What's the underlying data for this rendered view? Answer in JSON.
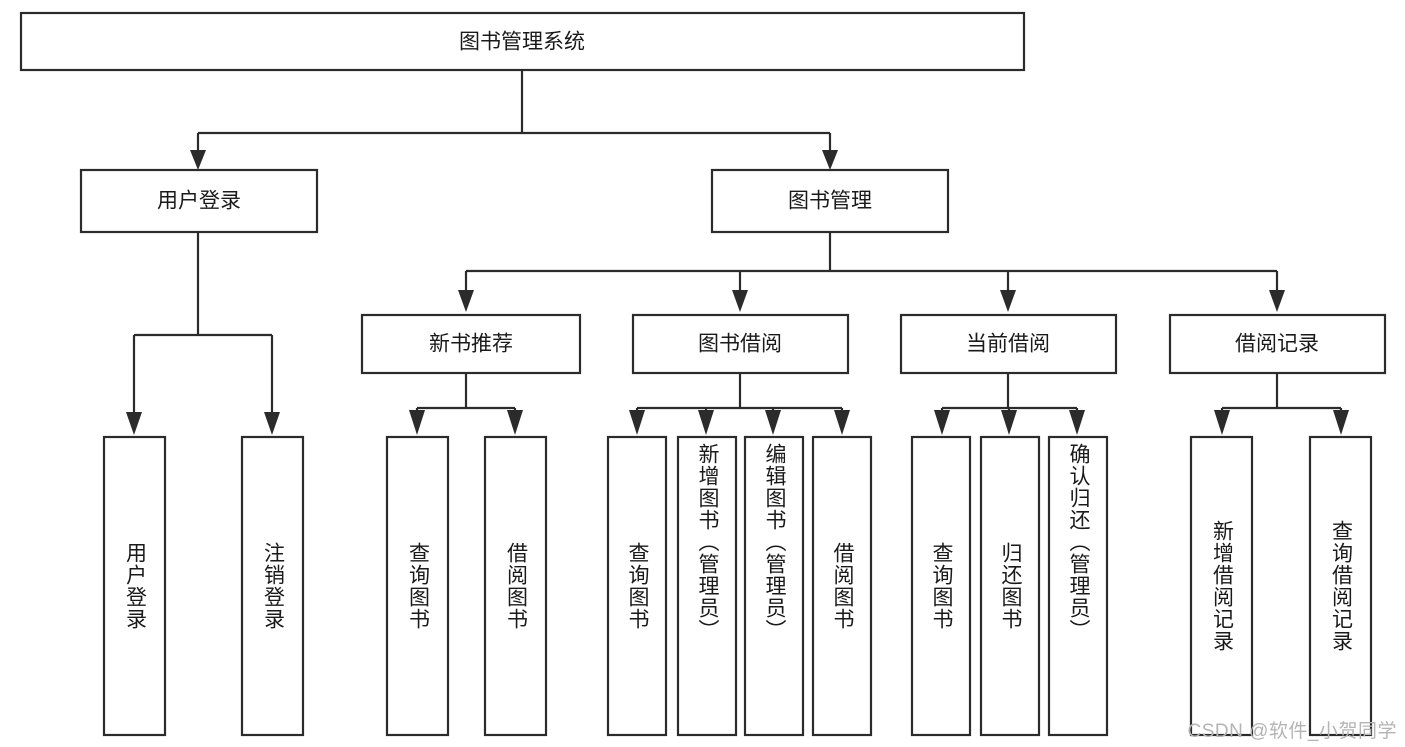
{
  "diagram": {
    "title": "图书管理系统",
    "type": "tree-hierarchy-diagram",
    "colors": {
      "stroke": "#2b2b2b",
      "fill": "#ffffff",
      "text": "#1a1a1a",
      "watermark": "#b4b4b4",
      "background": "#ffffff"
    },
    "root": {
      "label": "图书管理系统"
    },
    "level2": [
      {
        "label": "用户登录"
      },
      {
        "label": "图书管理"
      }
    ],
    "level3": [
      {
        "label": "新书推荐"
      },
      {
        "label": "图书借阅"
      },
      {
        "label": "当前借阅"
      },
      {
        "label": "借阅记录"
      }
    ],
    "leaves": {
      "user_login": [
        {
          "label": "用户登录"
        },
        {
          "label": "注销登录"
        }
      ],
      "new_book_recommend": [
        {
          "label": "查询图书"
        },
        {
          "label": "借阅图书"
        }
      ],
      "book_borrow": [
        {
          "label": "查询图书"
        },
        {
          "label": "新增图书（管理员）"
        },
        {
          "label": "编辑图书（管理员）"
        },
        {
          "label": "借阅图书"
        }
      ],
      "current_borrow": [
        {
          "label": "查询图书"
        },
        {
          "label": "归还图书"
        },
        {
          "label": "确认归还（管理员）"
        }
      ],
      "borrow_record": [
        {
          "label": "新增借阅记录"
        },
        {
          "label": "查询借阅记录"
        }
      ]
    }
  },
  "watermark": {
    "text": "CSDN @软件_小贺同学"
  }
}
